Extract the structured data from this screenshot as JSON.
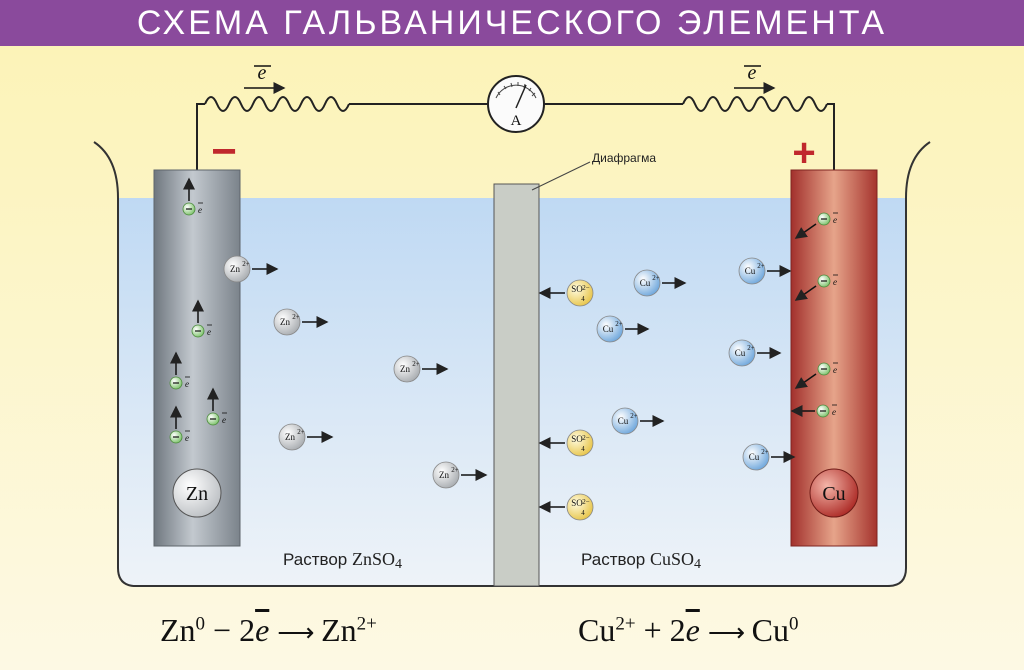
{
  "title": "СХЕМА ГАЛЬВАНИЧЕСКОГО ЭЛЕМЕНТА",
  "ammeter_label": "A",
  "electron_symbol": "e",
  "minus_sign": "−",
  "plus_sign": "+",
  "diaphragm_label": "Диафрагма",
  "anode": {
    "label": "Zn"
  },
  "cathode": {
    "label": "Cu"
  },
  "solution_left": {
    "word": "Раствор",
    "formula": "ZnSO",
    "subscript": "4"
  },
  "solution_right": {
    "word": "Раствор",
    "formula": "CuSO",
    "subscript": "4"
  },
  "ions": {
    "zn": "Zn",
    "cu": "Cu",
    "charge": "2+",
    "so4": "SO",
    "so4_charge": "2−",
    "so4_sub": "4"
  },
  "equation_left": {
    "a": "Zn",
    "a_sup": "0",
    "mid": " − 2",
    "e": "e",
    "b": "Zn",
    "b_sup": "2+"
  },
  "equation_right": {
    "a": "Cu",
    "a_sup": "2+",
    "mid": " + 2",
    "e": "e",
    "b": "Cu",
    "b_sup": "0"
  },
  "colors": {
    "banner": "#8a4a9c",
    "zinc": "#8e969e",
    "copper": "#b5413d",
    "solution": "#cfe3f6",
    "diaphragm": "#c9cdc6",
    "minus": "#c0282d",
    "plus": "#c0282d"
  }
}
